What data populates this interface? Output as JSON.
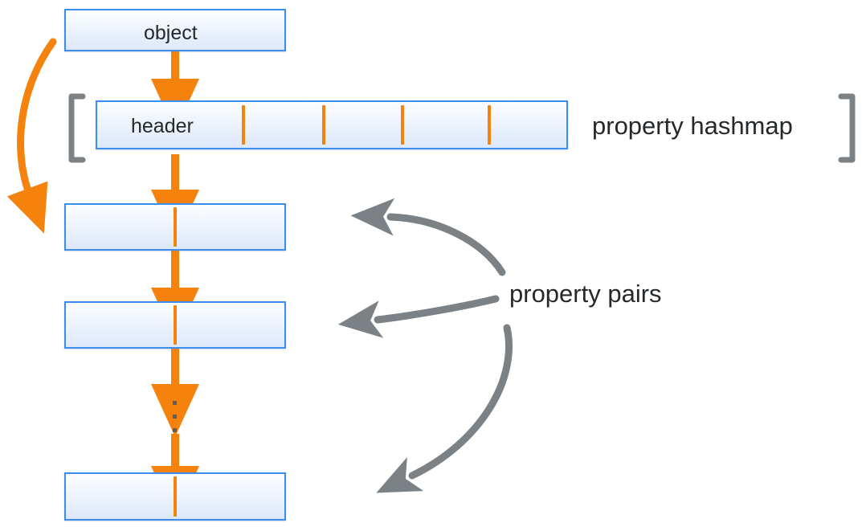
{
  "diagram": {
    "title_text": "",
    "background_color": "#ffffff",
    "colors": {
      "box_border": "#3b8df0",
      "box_fill_top": "#fcfdff",
      "box_fill_bottom": "#dce8fa",
      "orange": "#f4820d",
      "gray": "#7b8184",
      "bracket_gray": "#7b8184",
      "text": "#26292b"
    },
    "boxes": [
      {
        "id": "object-box",
        "label": "object"
      },
      {
        "id": "hashmap-box",
        "label": "header"
      },
      {
        "id": "property-pair-box-1",
        "label": ""
      },
      {
        "id": "property-pair-box-2",
        "label": ""
      },
      {
        "id": "property-pair-box-3",
        "label": ""
      }
    ],
    "labels": {
      "property_hashmap": "property hashmap",
      "property_pairs": "property pairs"
    },
    "hashmap": {
      "slot_divider_count": 4,
      "header_cell_label": "header"
    },
    "ellipsis": {
      "dot_count": 3,
      "glyph": "·"
    },
    "arrows": {
      "object_to_header": "orange-down-arrow",
      "header_to_pair1": "orange-down-arrow",
      "pair1_to_pair2": "orange-down-arrow",
      "pair2_to_ellipsis": "orange-down-arrow",
      "ellipsis_to_pair3": "orange-down-arrow",
      "object_curve_to_pair1": "orange-curved-arrow",
      "pairs_callout_top": "gray-curved-arrow",
      "pairs_callout_middle": "gray-straight-arrow",
      "pairs_callout_bottom": "gray-curved-arrow"
    }
  }
}
